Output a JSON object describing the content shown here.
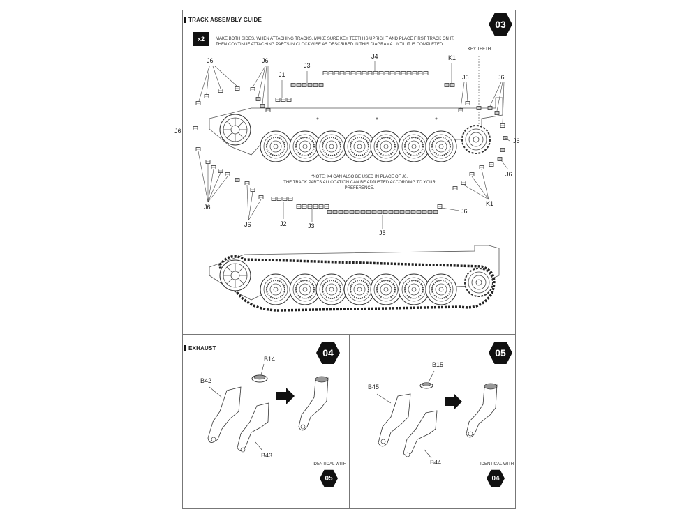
{
  "track_section": {
    "title": "TRACK ASSEMBLY GUIDE",
    "step": "03",
    "multiplier": "x2",
    "instruction_line1": "MAKE BOTH SIDES. WHEN ATTACHING TRACKS, MAKE SURE KEY TEETH IS UPRIGHT AND PLACE FIRST TRACK ON IT.",
    "instruction_line2": "THEN CONTINUE ATTACHING PARTS IN CLOCKWISE AS DESCRIBED IN THIS DIAGRAMA UNTIL IT IS COMPLETED.",
    "note_line1": "*NOTE: K4 CAN ALSO BE USED IN PLACE OF J6.",
    "note_line2": "THE TRACK PARTS ALLOCATION CAN BE ADJUSTED ACCORDING TO YOUR PREFERENCE.",
    "key_teeth": "KEY TEETH",
    "labels": {
      "j6_top_left": "J6",
      "j6_top_left2": "J6",
      "j1": "J1",
      "j3_top": "J3",
      "j4": "J4",
      "k1_top": "K1",
      "j6_top_right_a": "J6",
      "j6_top_right_b": "J6",
      "j6_left": "J6",
      "j6_right": "J6",
      "j6_right_low": "J6",
      "j6_bottom_left": "J6",
      "j6_bottom_left2": "J6",
      "j2": "J2",
      "j3_bottom": "J3",
      "j5": "J5",
      "j6_bottom_right": "J6",
      "k1_bottom": "K1"
    }
  },
  "exhaust_section": {
    "title": "EXHAUST",
    "step04": "04",
    "step05": "05",
    "left": {
      "b14": "B14",
      "b42": "B42",
      "b43": "B43",
      "identical_with": "IDENTICAL WITH",
      "ref": "05"
    },
    "right": {
      "b15": "B15",
      "b45": "B45",
      "b44": "B44",
      "identical_with": "IDENTICAL WITH",
      "ref": "04"
    }
  }
}
